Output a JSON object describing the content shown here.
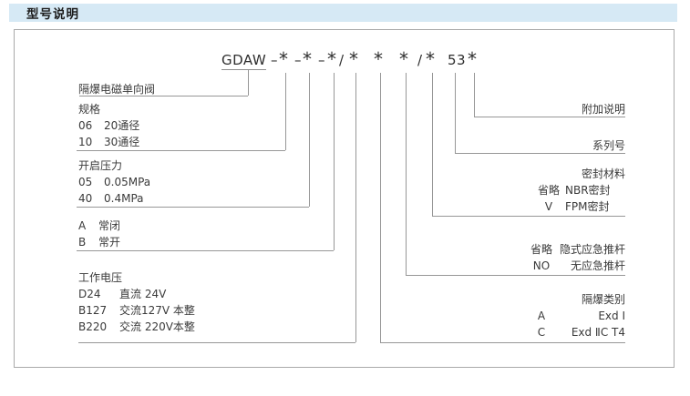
{
  "header": {
    "title": "型号说明"
  },
  "model_code": {
    "full": "GDAW–*–*–*/* * */* 53 *",
    "tokens": [
      "GDAW",
      "–",
      "*",
      "–",
      "*",
      "–",
      "*",
      "/",
      "*",
      "*",
      "*",
      "/",
      "*",
      "53",
      "*"
    ]
  },
  "left_labels": [
    {
      "title": "隔爆电磁单向阀",
      "rows": []
    },
    {
      "title": "规格",
      "rows": [
        {
          "code": "06",
          "desc": "20通径"
        },
        {
          "code": "10",
          "desc": "30通径"
        }
      ]
    },
    {
      "title": "开启压力",
      "rows": [
        {
          "code": "05",
          "desc": "0.05MPa"
        },
        {
          "code": "40",
          "desc": "0.4MPa"
        }
      ]
    },
    {
      "title": "",
      "rows": [
        {
          "code": "A",
          "desc": "常闭"
        },
        {
          "code": "B",
          "desc": "常开"
        }
      ]
    },
    {
      "title": "工作电压",
      "rows": [
        {
          "code": "D24",
          "desc": "直流 24V"
        },
        {
          "code": "B127",
          "desc": "交流127V 本整"
        },
        {
          "code": "B220",
          "desc": "交流 220V本整"
        }
      ]
    }
  ],
  "right_labels": [
    {
      "title": "附加说明",
      "rows": []
    },
    {
      "title": "系列号",
      "rows": []
    },
    {
      "title": "密封材料",
      "rows": [
        {
          "code": "省略",
          "desc": "NBR密封"
        },
        {
          "code": "V",
          "desc": "FPM密封"
        }
      ]
    },
    {
      "title": "",
      "rows": [
        {
          "code": "省略",
          "desc": "隐式应急推杆"
        },
        {
          "code": "NO",
          "desc": "无应急推杆"
        }
      ]
    },
    {
      "title": "隔爆类别",
      "rows": [
        {
          "code": "A",
          "desc": "Exd Ⅰ"
        },
        {
          "code": "C",
          "desc": "Exd ⅡC T4"
        }
      ]
    }
  ],
  "colors": {
    "header_bg": "#d6e9f5",
    "connector_line": "#979797",
    "box_border": "#a9a9a9",
    "text": "#3a3a3a"
  }
}
